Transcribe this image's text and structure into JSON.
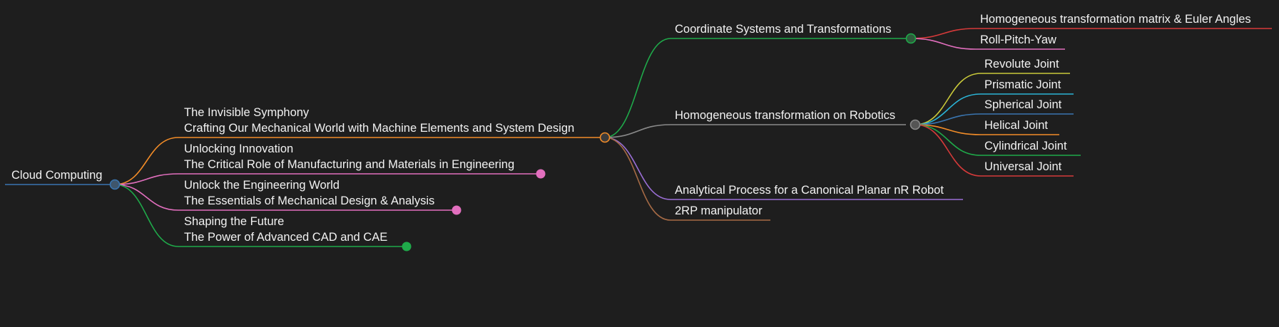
{
  "root": {
    "label": "Cloud Computing",
    "color": "#3a75b0"
  },
  "topics": [
    {
      "id": "t1",
      "lines": [
        "The Invisible Symphony",
        "Crafting Our Mechanical World with Machine Elements and System Design"
      ],
      "color": "#f28c28",
      "node": "open"
    },
    {
      "id": "t2",
      "lines": [
        "Unlocking Innovation",
        "The Critical Role of Manufacturing and Materials in Engineering"
      ],
      "color": "#e26fbe",
      "node": "filled"
    },
    {
      "id": "t3",
      "lines": [
        "Unlock the Engineering World",
        "The Essentials of Mechanical Design & Analysis"
      ],
      "color": "#e26fbe",
      "node": "filled"
    },
    {
      "id": "t4",
      "lines": [
        "Shaping the Future",
        "The Power of Advanced CAD and CAE"
      ],
      "color": "#1faa4a",
      "node": "filled"
    }
  ],
  "subtopics": [
    {
      "id": "s1",
      "label": "Coordinate Systems and Transformations",
      "color": "#1faa4a"
    },
    {
      "id": "s2",
      "label": "Homogeneous transformation on Robotics",
      "color": "#8a8a8a"
    },
    {
      "id": "s3",
      "label": "Analytical Process for a Canonical Planar nR Robot",
      "color": "#9b6fd6"
    },
    {
      "id": "s4",
      "label": "2RP manipulator",
      "color": "#a56a45"
    }
  ],
  "leaves_coordinate": [
    {
      "label": "Homogeneous transformation matrix & Euler Angles",
      "color": "#d63a3a"
    },
    {
      "label": "Roll-Pitch-Yaw",
      "color": "#e26fbe"
    }
  ],
  "leaves_robotics": [
    {
      "label": "Revolute Joint",
      "color": "#c9c93a"
    },
    {
      "label": "Prismatic Joint",
      "color": "#2bb4d6"
    },
    {
      "label": "Spherical Joint",
      "color": "#3a75b0"
    },
    {
      "label": "Helical Joint",
      "color": "#f28c28"
    },
    {
      "label": "Cylindrical Joint",
      "color": "#1faa4a"
    },
    {
      "label": "Universal Joint",
      "color": "#d63a3a"
    }
  ]
}
